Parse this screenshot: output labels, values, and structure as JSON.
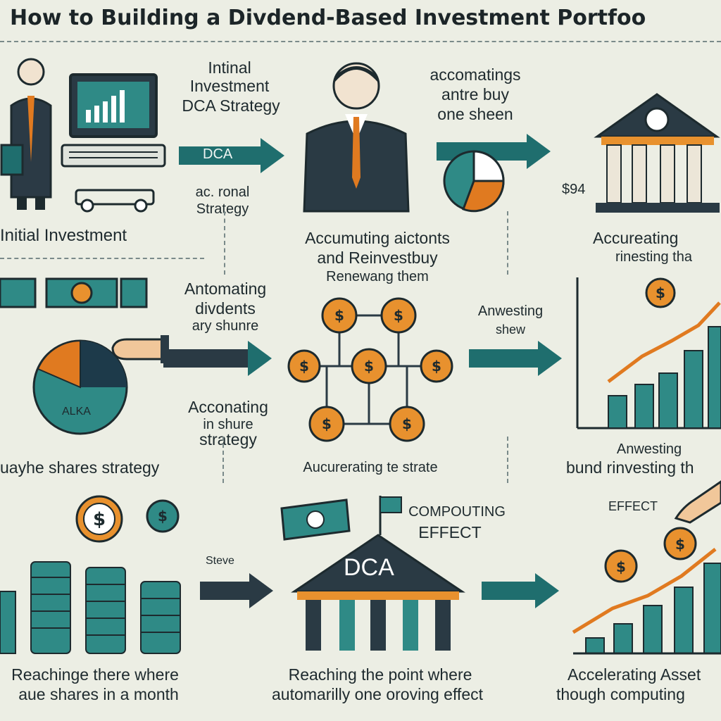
{
  "title": "How to Building a Divdend-Based Investment Portfoo",
  "icons": [
    "person-icon",
    "laptop-icon",
    "pie-chart-icon",
    "bank-icon",
    "hand-icon",
    "coin-icon",
    "dollar-bill-icon",
    "coin-stack-icon",
    "bar-chart-icon"
  ],
  "colors": {
    "teal": "#1f6e6e",
    "orange": "#e07a20",
    "coin": "#e8912e",
    "navy": "#1d3a4a",
    "bg": "#eceee4"
  },
  "row1": {
    "col1_caption": "Initial Investment",
    "col2_top": [
      "Intinal",
      "Investment",
      "DCA Strategy"
    ],
    "arrow1_label": "DCA",
    "col2_bottom": [
      "ac. ronal",
      "Strategy"
    ],
    "col3_top": [
      "accomatings",
      "antre buy",
      "one sheen"
    ],
    "col3_caption": [
      "Accumuting aictonts",
      "and Reinvestbuy",
      "Renewang them"
    ],
    "col4_caption": [
      "Accureating",
      "rinesting tha"
    ],
    "bank_value": "$94"
  },
  "row2": {
    "col2_top": [
      "Antomating",
      "divdents",
      "ary shunre"
    ],
    "col2_bottom": [
      "Acconating",
      "in shure",
      "strategy"
    ],
    "col1_caption": "uayhe shares strategy",
    "col3_caption": "Aucurerating te strate",
    "col4_top": [
      "Anwesting",
      "shew"
    ],
    "col4_caption": [
      "Anwesting",
      "bund rinvesting th"
    ],
    "pie_label": "ALKA"
  },
  "row3": {
    "col1_caption": [
      "Reachinge there where",
      "aue shares in a month"
    ],
    "arrow_label": "Steve",
    "compounding_label": [
      "COMPOUTING",
      "EFFECT"
    ],
    "bank_label": "DCA",
    "col3_caption": [
      "Reaching the point where",
      "automarilly one oroving effect"
    ],
    "col4_tag": "EFFECT",
    "col4_caption": [
      "Accelerating Asset",
      "though computing"
    ]
  }
}
